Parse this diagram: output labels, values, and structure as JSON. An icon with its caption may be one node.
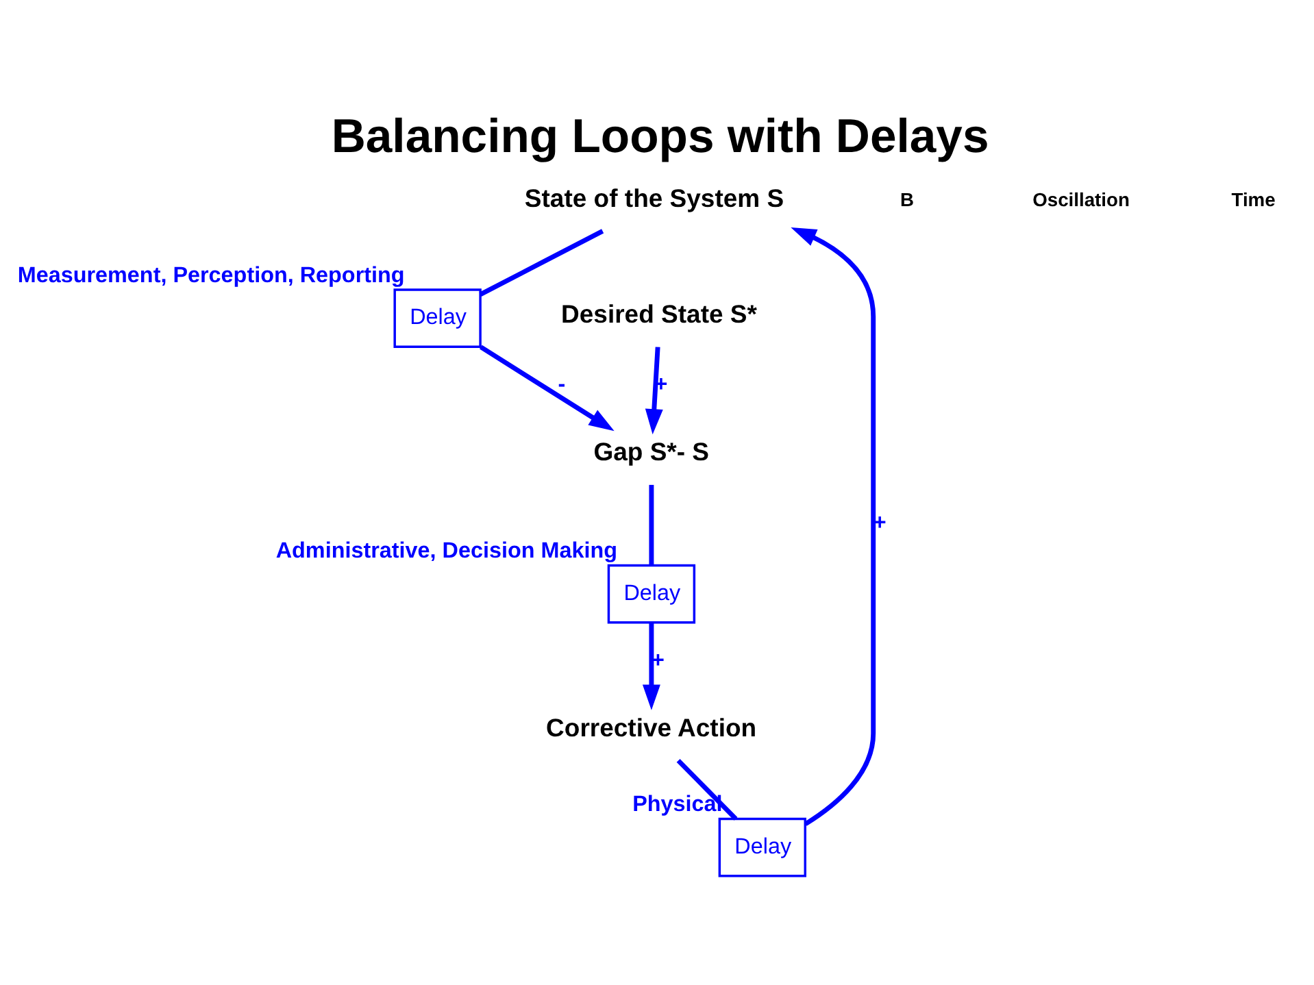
{
  "diagram": {
    "title": "Balancing Loops with Delays",
    "nodes": [
      {
        "text": [
          "State of the System S"
        ]
      },
      {
        "text": [
          "Delay"
        ],
        "beside": [
          "Measurement, Perception, Reporting"
        ]
      },
      {
        "text": [
          "Desired State S*"
        ]
      },
      {
        "text": [
          "Gap S*- S"
        ]
      },
      {
        "text": [
          "Delay"
        ],
        "beside": [
          "Administrative, Decision Making"
        ]
      },
      {
        "text": [
          "Corrective Action"
        ]
      },
      {
        "text": [
          "Delay"
        ],
        "beside": [
          "Physical"
        ]
      }
    ],
    "edges": [
      {
        "from": 0,
        "to": 1,
        "arrow": "none"
      },
      {
        "from": 1,
        "to": 3,
        "arrow": "to",
        "label": "-"
      },
      {
        "from": 2,
        "to": 3,
        "arrow": "to",
        "label": "+"
      },
      {
        "from": 3,
        "to": 4,
        "arrow": "none"
      },
      {
        "from": 4,
        "to": 5,
        "arrow": "to",
        "label": "+"
      },
      {
        "from": 5,
        "to": 6,
        "arrow": "none"
      },
      {
        "from": 6,
        "to": 0,
        "arrow": "to",
        "label": "+"
      }
    ],
    "labels": [
      "B",
      "Oscillation",
      "Time"
    ]
  }
}
